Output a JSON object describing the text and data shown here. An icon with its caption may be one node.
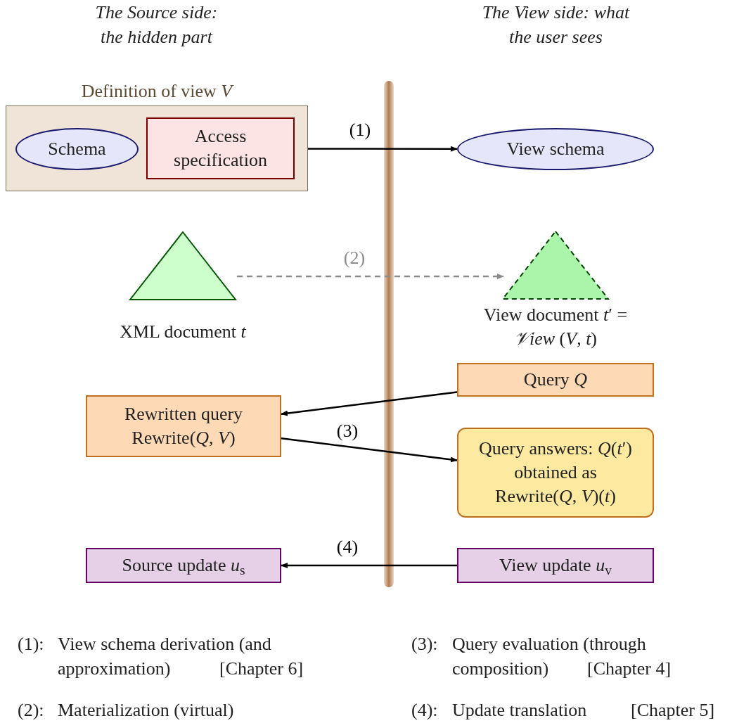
{
  "diagram": {
    "nodes": [
      {
        "text": [
          "Definition of view *V*"
        ]
      },
      {
        "text": [
          "Schema"
        ],
        "in": 0
      },
      {
        "text": [
          "Access specification"
        ],
        "in": 0
      },
      {
        "text": [
          "View schema"
        ]
      },
      {
        "text": [
          "XML document *t*"
        ]
      },
      {
        "text": [
          "View document *t*′ = *𝒱iew* (*V*, *t*)"
        ]
      },
      {
        "text": [
          "Query *Q*"
        ]
      },
      {
        "text": [
          "Rewritten query Rewrite(*Q*, *V*)"
        ]
      },
      {
        "text": [
          "Query answers: *Q*(*t*′) obtained as Rewrite(*Q*, *V*)(*t*)"
        ]
      },
      {
        "text": [
          "View update *u*$_{v}$"
        ]
      },
      {
        "text": [
          "Source update *u*$_{s}$"
        ]
      }
    ],
    "edges": [
      {
        "from": 0,
        "to": 3,
        "arrow": "to",
        "label": "(1)"
      },
      {
        "from": 4,
        "to": 5,
        "arrow": "to",
        "label": "(2)",
        "style": "dashed",
        "color": "#8c8c8c"
      },
      {
        "from": 6,
        "to": 7,
        "arrow": "to"
      },
      {
        "from": 7,
        "to": 8,
        "arrow": "to",
        "label": "(3)"
      },
      {
        "from": 9,
        "to": 10,
        "arrow": "to",
        "label": "(4)"
      }
    ],
    "labels": [
      "The Source side: the hidden part",
      "The View side: what the user sees",
      "(1):",
      "View schema derivation (and approximation)",
      "[Chapter 6]",
      "(3):",
      "Query evaluation (through composition)",
      "[Chapter 4]",
      "(2):",
      "Materialization (virtual)",
      "(4):",
      "Update translation",
      "[Chapter 5]"
    ]
  }
}
